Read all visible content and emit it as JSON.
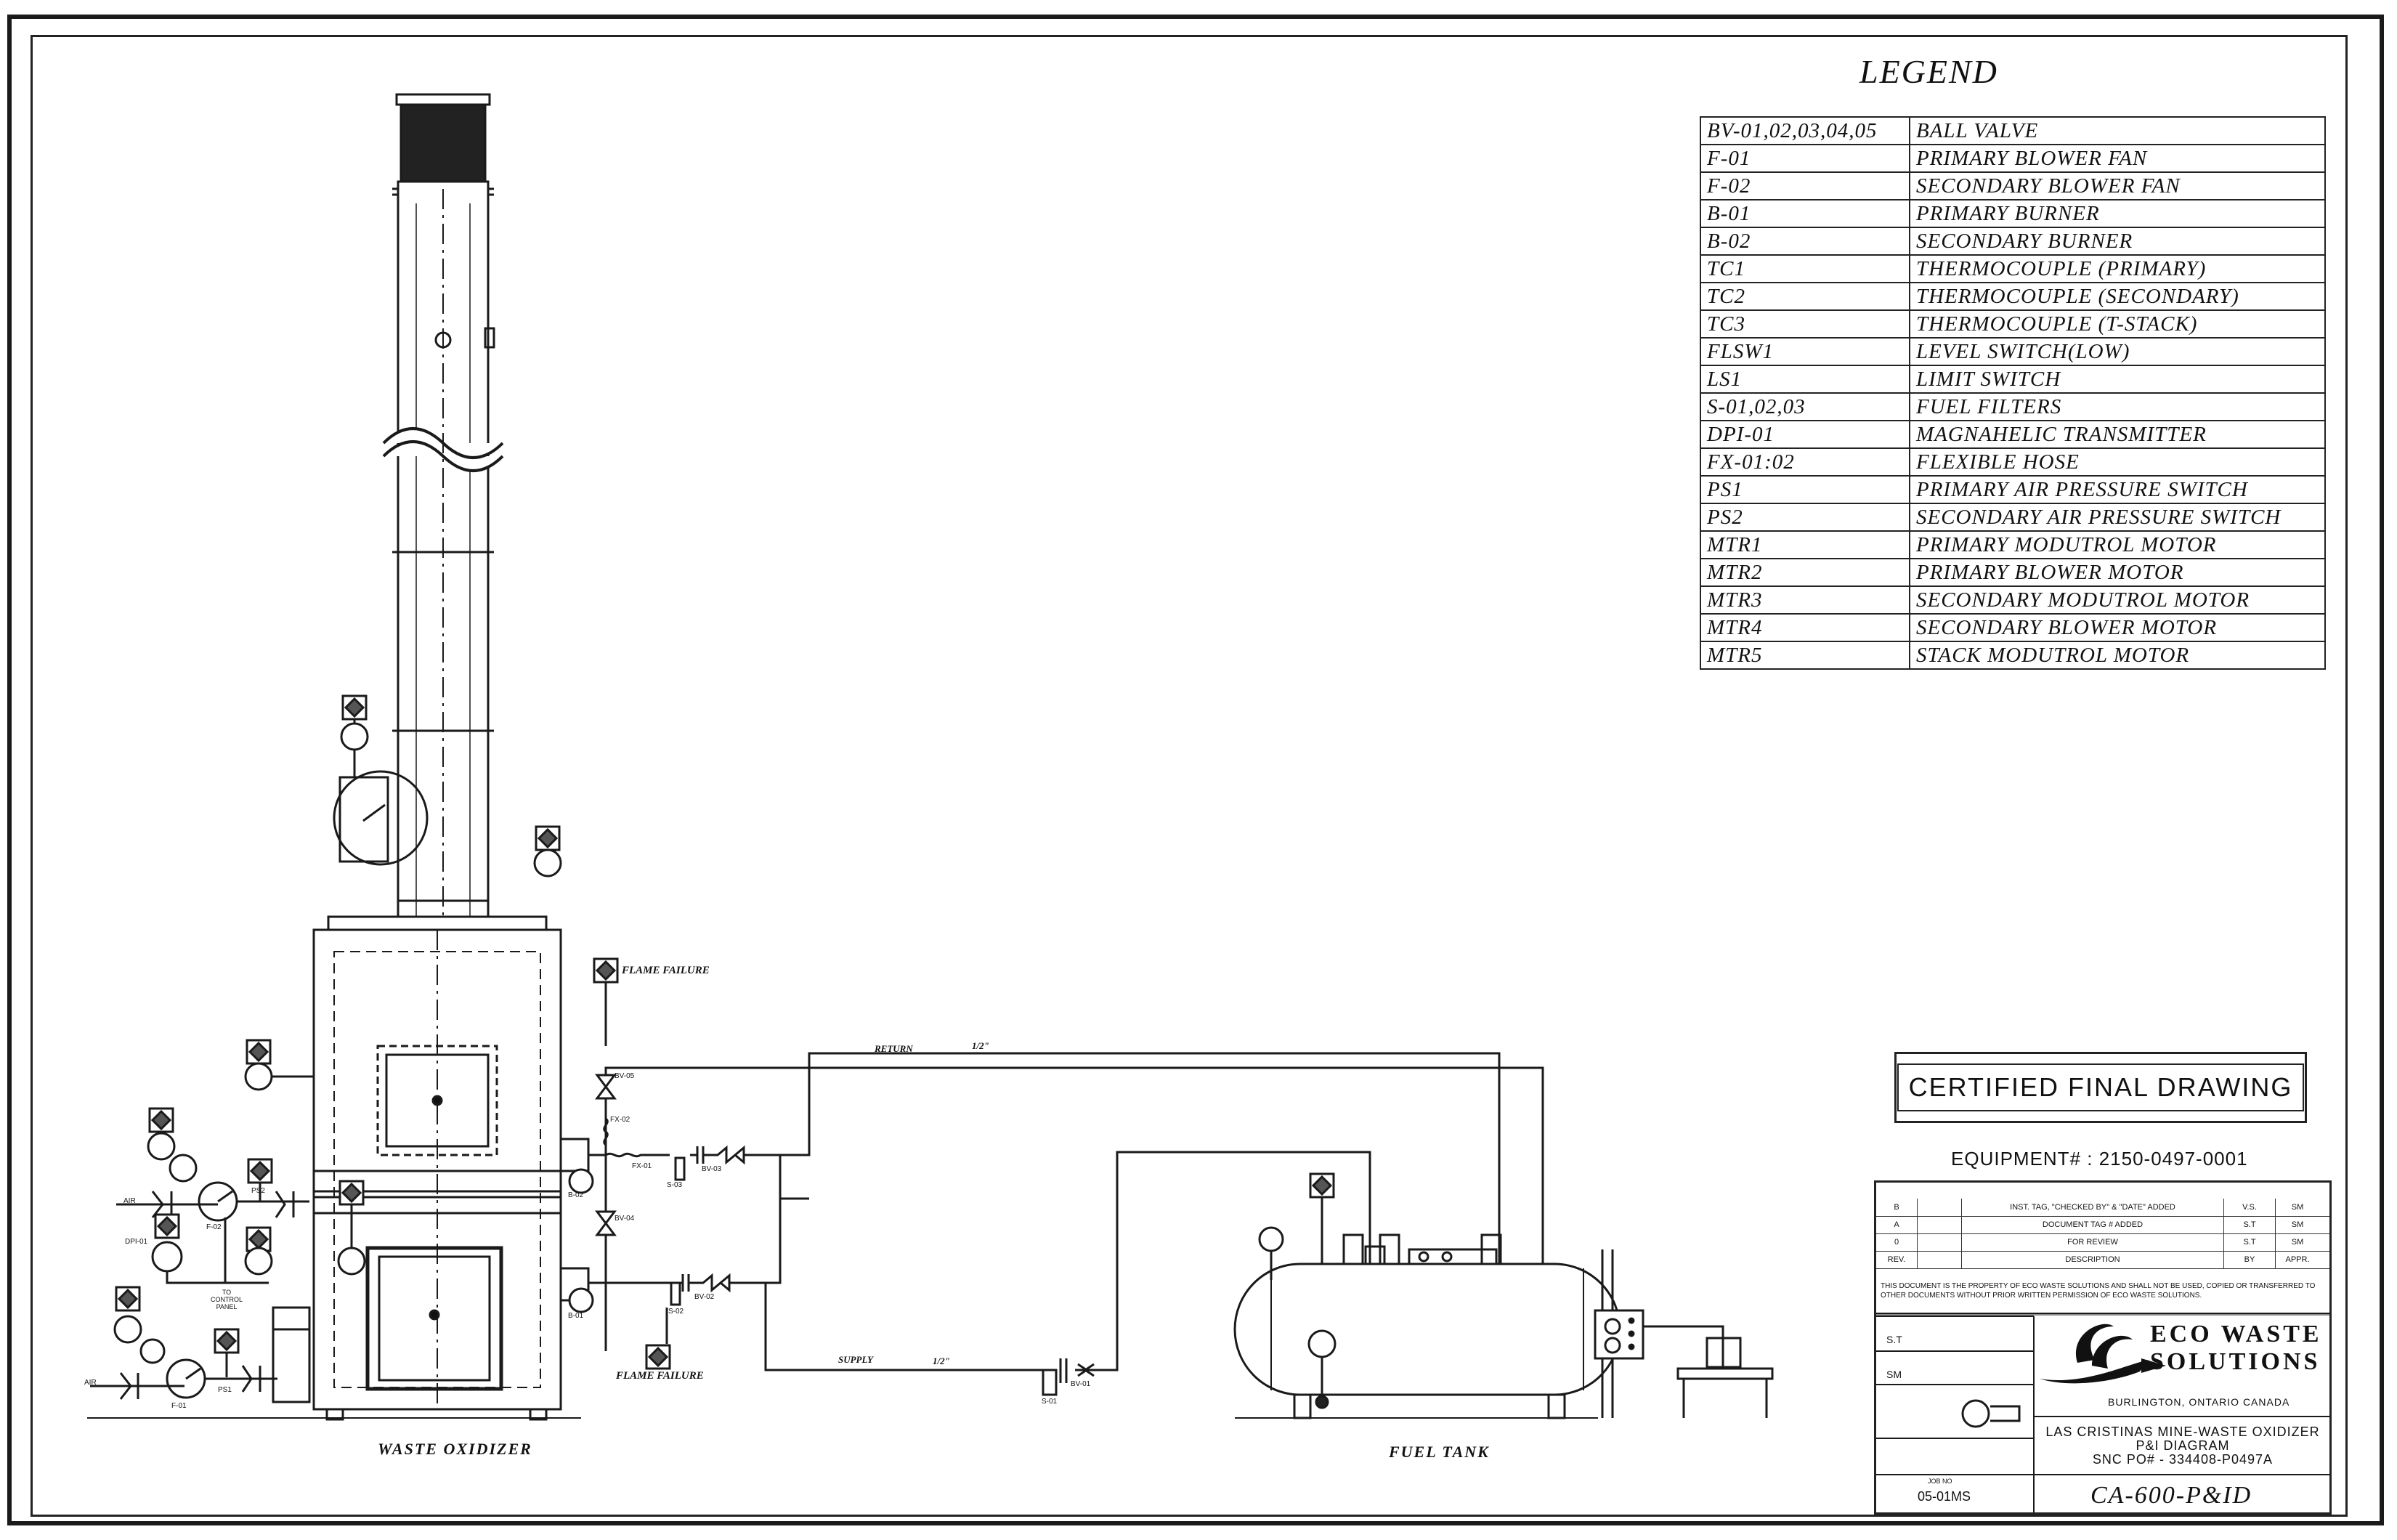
{
  "legend": {
    "title": "LEGEND",
    "items": [
      {
        "tag": "BV-01,02,03,04,05",
        "desc": "BALL VALVE"
      },
      {
        "tag": "F-01",
        "desc": "PRIMARY BLOWER FAN"
      },
      {
        "tag": "F-02",
        "desc": "SECONDARY BLOWER FAN"
      },
      {
        "tag": "B-01",
        "desc": "PRIMARY BURNER"
      },
      {
        "tag": "B-02",
        "desc": "SECONDARY BURNER"
      },
      {
        "tag": "TC1",
        "desc": "THERMOCOUPLE (PRIMARY)"
      },
      {
        "tag": "TC2",
        "desc": "THERMOCOUPLE (SECONDARY)"
      },
      {
        "tag": "TC3",
        "desc": "THERMOCOUPLE (T-STACK)"
      },
      {
        "tag": "FLSW1",
        "desc": "LEVEL SWITCH(LOW)"
      },
      {
        "tag": "LS1",
        "desc": "LIMIT SWITCH"
      },
      {
        "tag": "S-01,02,03",
        "desc": "FUEL FILTERS"
      },
      {
        "tag": "DPI-01",
        "desc": "MAGNAHELIC TRANSMITTER"
      },
      {
        "tag": "FX-01:02",
        "desc": "FLEXIBLE HOSE"
      },
      {
        "tag": "PS1",
        "desc": "PRIMARY AIR PRESSURE SWITCH"
      },
      {
        "tag": "PS2",
        "desc": "SECONDARY AIR PRESSURE SWITCH"
      },
      {
        "tag": "MTR1",
        "desc": "PRIMARY MODUTROL MOTOR"
      },
      {
        "tag": "MTR2",
        "desc": "PRIMARY BLOWER MOTOR"
      },
      {
        "tag": "MTR3",
        "desc": "SECONDARY MODUTROL MOTOR"
      },
      {
        "tag": "MTR4",
        "desc": "SECONDARY BLOWER MOTOR"
      },
      {
        "tag": "MTR5",
        "desc": "STACK MODUTROL MOTOR"
      }
    ]
  },
  "certified": "CERTIFIED FINAL DRAWING",
  "equipment": "EQUIPMENT# : 2150-0497-0001",
  "revisions": [
    {
      "rev": "B",
      "desc": "INST. TAG, \"CHECKED BY\" & \"DATE\" ADDED",
      "by": "V.S.",
      "appr": "SM"
    },
    {
      "rev": "A",
      "desc": "DOCUMENT TAG # ADDED",
      "by": "S.T",
      "appr": "SM"
    },
    {
      "rev": "0",
      "desc": "FOR REVIEW",
      "by": "S.T",
      "appr": "SM"
    },
    {
      "rev": "REV.",
      "desc": "DESCRIPTION",
      "by": "BY",
      "appr": "APPR."
    }
  ],
  "notice": "THIS DOCUMENT IS THE PROPERTY OF ECO WASTE SOLUTIONS AND SHALL NOT BE USED, COPIED OR TRANSFERRED TO OTHER DOCUMENTS WITHOUT PRIOR WRITTEN PERMISSION OF ECO WASTE SOLUTIONS.",
  "drawn": "S.T",
  "checked": "SM",
  "company1": "ECO WASTE",
  "company2": "SOLUTIONS",
  "city": "BURLINGTON, ONTARIO CANADA",
  "project1": "LAS CRISTINAS MINE-WASTE OXIDIZER",
  "project2": "P&I DIAGRAM",
  "project3": "SNC PO# - 334408-P0497A",
  "job_label": "JOB NO",
  "job_no": "05-01MS",
  "dwg_no": "CA-600-P&ID",
  "labels": {
    "waste_oxidizer": "WASTE OXIDIZER",
    "fuel_tank": "FUEL TANK",
    "return": "RETURN",
    "supply": "SUPPLY",
    "half1": "1/2\"",
    "half2": "1/2\"",
    "flame_failure_top": "FLAME FAILURE",
    "flame_failure_bottom": "FLAME FAILURE",
    "bv05": "BV-05",
    "bv04": "BV-04",
    "bv03": "BV-03",
    "bv02": "BV-02",
    "bv01": "BV-01",
    "fx02": "FX-02",
    "fx01": "FX-01",
    "s03": "S-03",
    "s02": "S-02",
    "s01": "S-01",
    "b02": "B-02",
    "b01": "B-01",
    "f02": "F-02",
    "f01": "F-01",
    "ps1": "PS1",
    "ps2": "PS2",
    "dpi01": "DPI-01",
    "air1": "AIR",
    "air2": "AIR",
    "to_control": "TO CONTROL PANEL"
  }
}
